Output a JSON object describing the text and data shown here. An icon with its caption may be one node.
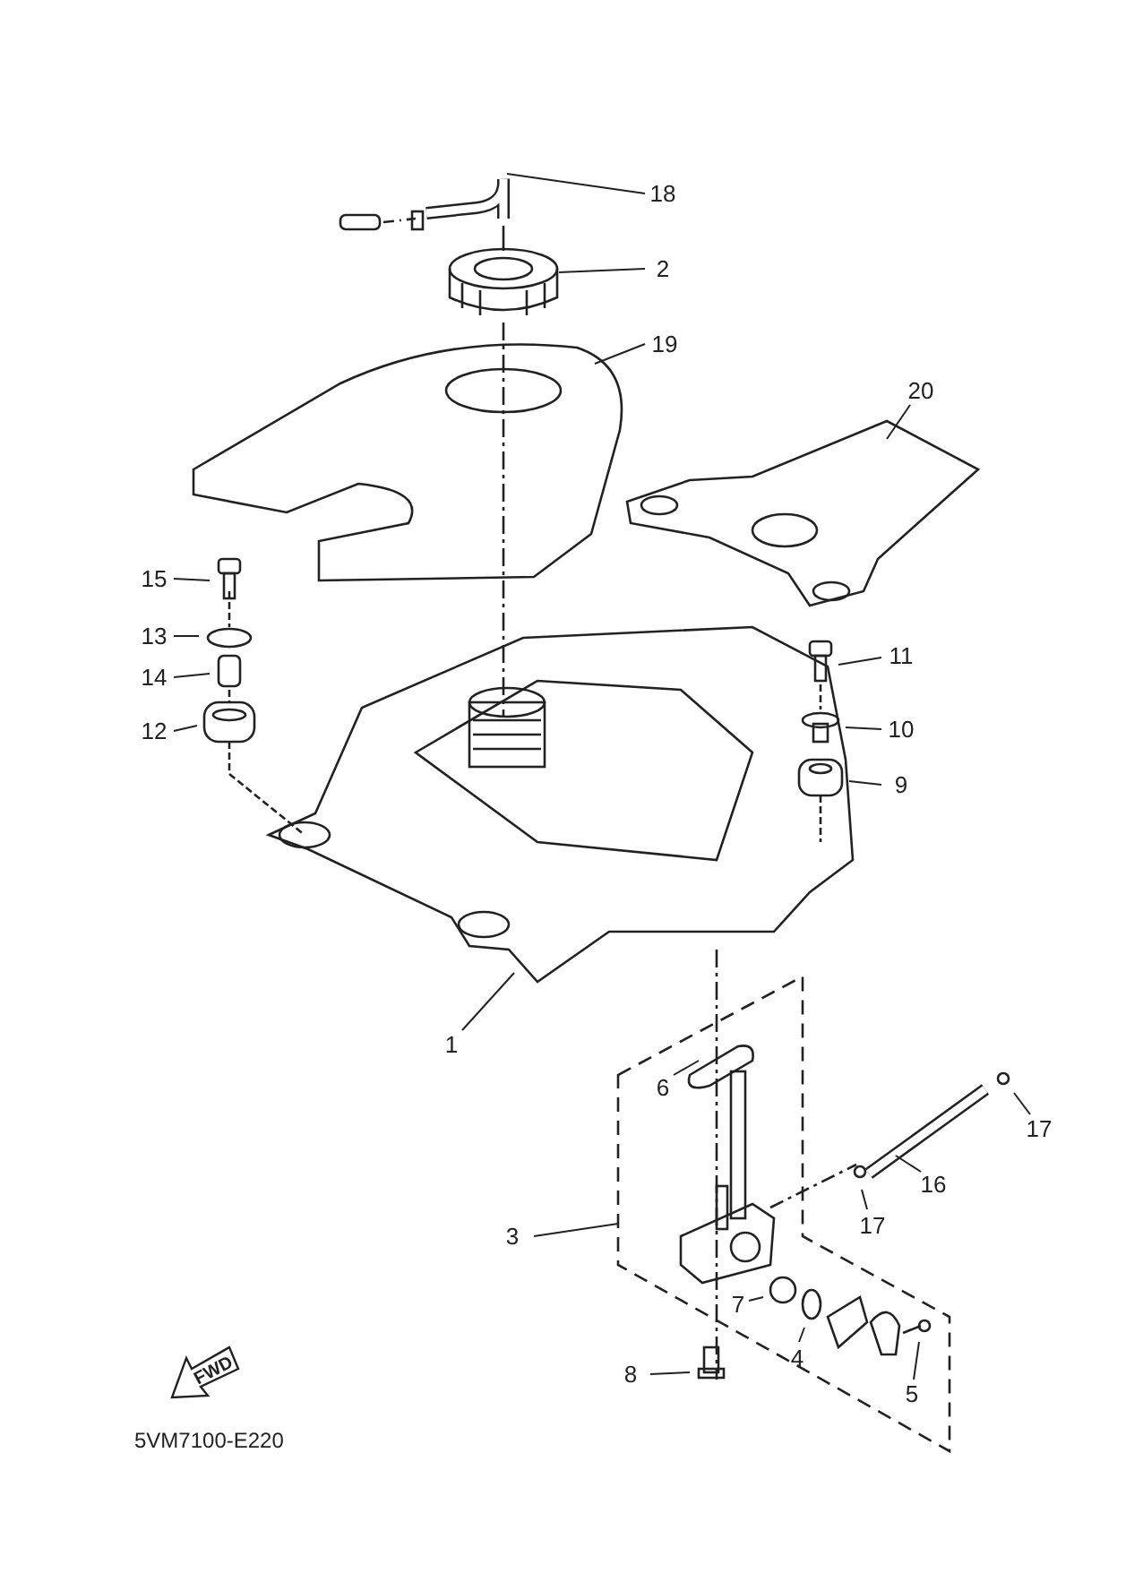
{
  "diagram": {
    "nodes": [
      {
        "text": [
          "18"
        ]
      },
      {
        "text": [
          "2"
        ]
      },
      {
        "text": [
          "19"
        ]
      },
      {
        "text": [
          "20"
        ]
      },
      {
        "text": [
          "15"
        ]
      },
      {
        "text": [
          "13"
        ]
      },
      {
        "text": [
          "11"
        ]
      },
      {
        "text": [
          "14"
        ]
      },
      {
        "text": [
          "10"
        ]
      },
      {
        "text": [
          "12"
        ]
      },
      {
        "text": [
          "9"
        ]
      },
      {
        "text": [
          "1"
        ]
      },
      {
        "text": [
          "6"
        ]
      },
      {
        "text": [
          "17"
        ]
      },
      {
        "text": [
          "16"
        ]
      },
      {
        "text": [
          "17"
        ]
      },
      {
        "text": [
          "3"
        ]
      },
      {
        "text": [
          "7"
        ]
      },
      {
        "text": [
          "4"
        ]
      },
      {
        "text": [
          "8"
        ]
      },
      {
        "text": [
          "5"
        ]
      }
    ],
    "edges": [
      {
        "from": 0,
        "to": null,
        "arrow": "none"
      },
      {
        "from": 1,
        "to": null,
        "arrow": "none"
      },
      {
        "from": 2,
        "to": null,
        "arrow": "none"
      },
      {
        "from": 3,
        "to": null,
        "arrow": "none"
      },
      {
        "from": 4,
        "to": null,
        "arrow": "none"
      },
      {
        "from": 5,
        "to": null,
        "arrow": "none"
      },
      {
        "from": 6,
        "to": null,
        "arrow": "none"
      },
      {
        "from": 7,
        "to": null,
        "arrow": "none"
      },
      {
        "from": 8,
        "to": null,
        "arrow": "none"
      },
      {
        "from": 9,
        "to": null,
        "arrow": "none"
      },
      {
        "from": 10,
        "to": null,
        "arrow": "none"
      },
      {
        "from": 11,
        "to": null,
        "arrow": "none"
      },
      {
        "from": 12,
        "to": null,
        "arrow": "none"
      },
      {
        "from": 13,
        "to": null,
        "arrow": "none"
      },
      {
        "from": 14,
        "to": null,
        "arrow": "none"
      },
      {
        "from": 15,
        "to": null,
        "arrow": "none"
      },
      {
        "from": 16,
        "to": null,
        "arrow": "none"
      },
      {
        "from": 17,
        "to": null,
        "arrow": "none"
      },
      {
        "from": 18,
        "to": null,
        "arrow": "none"
      },
      {
        "from": 19,
        "to": null,
        "arrow": "none"
      },
      {
        "from": 20,
        "to": null,
        "arrow": "none"
      }
    ],
    "labels": [
      "FWD",
      "5VM7100-E220"
    ]
  }
}
